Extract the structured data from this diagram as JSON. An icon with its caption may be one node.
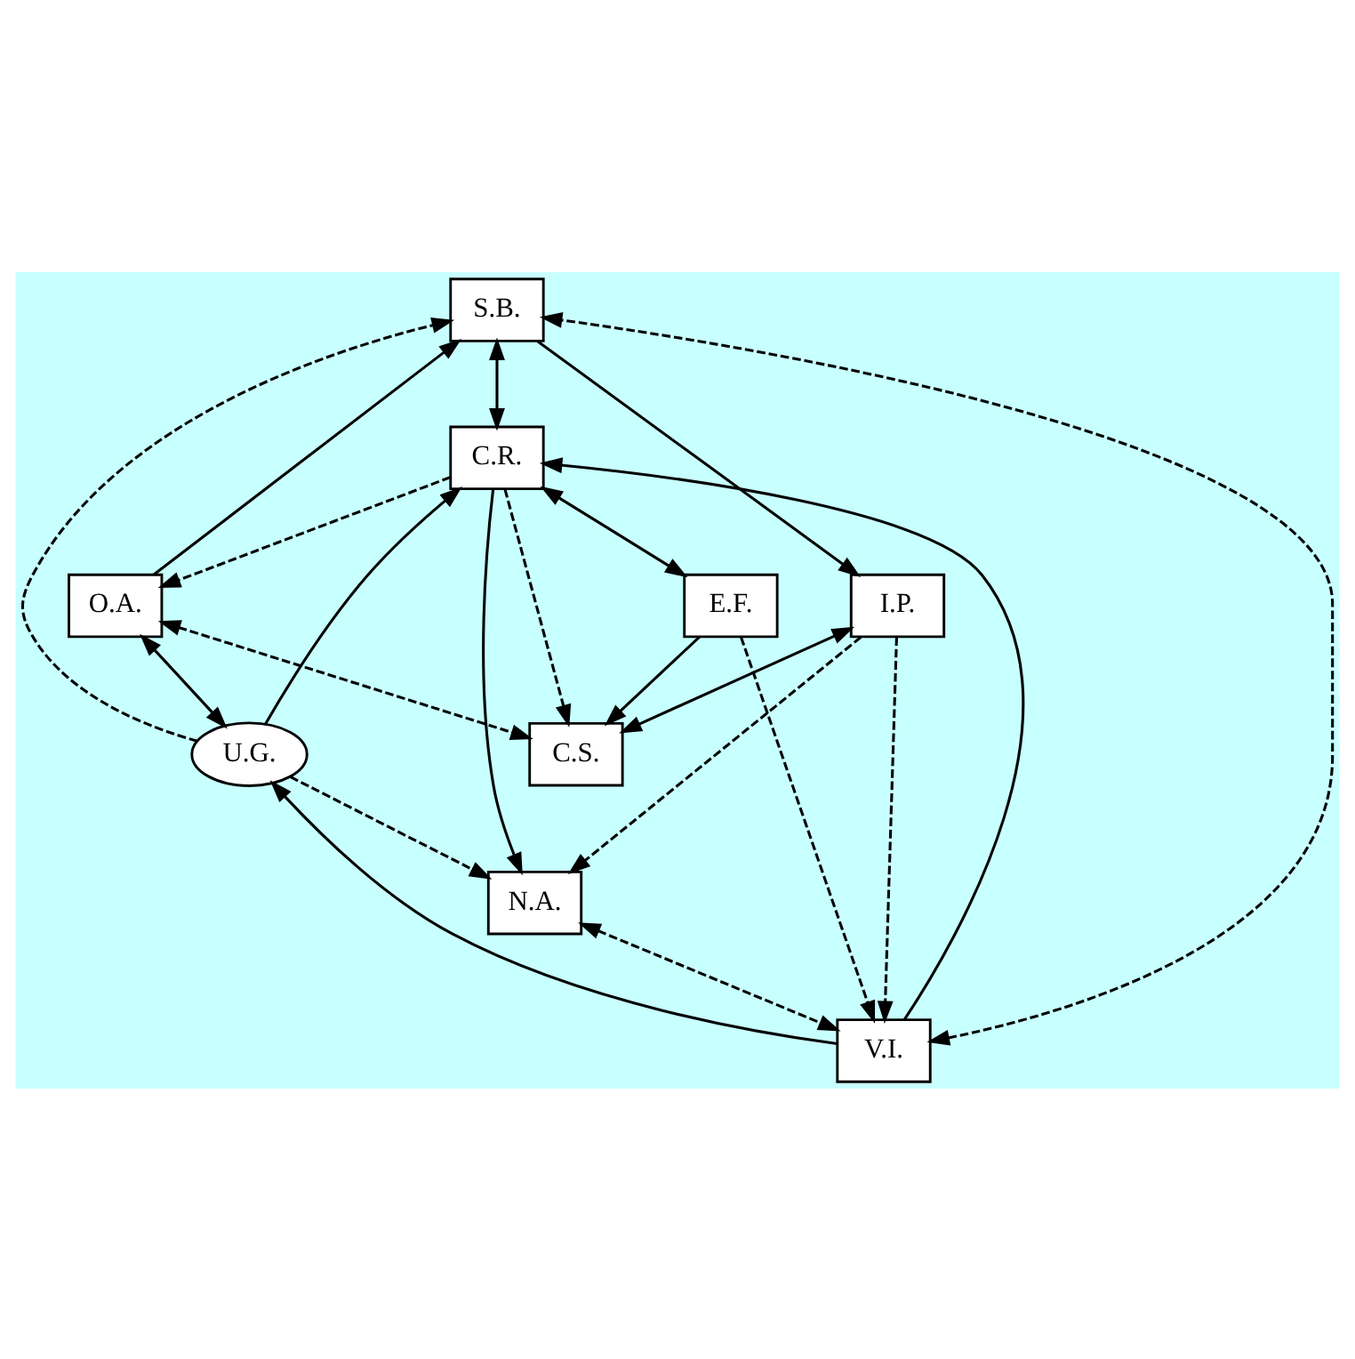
{
  "diagram": {
    "nodes": [
      {
        "text": [
          "S.B."
        ]
      },
      {
        "text": [
          "O.A."
        ]
      },
      {
        "text": [
          "U.G."
        ]
      },
      {
        "text": [
          "C.R."
        ]
      },
      {
        "text": [
          "N.A."
        ]
      },
      {
        "text": [
          "I.P."
        ]
      },
      {
        "text": [
          "C.S."
        ]
      },
      {
        "text": [
          "E.F."
        ]
      },
      {
        "text": [
          "V.I."
        ]
      }
    ],
    "edges": [
      {
        "from": 1,
        "to": 0,
        "arrow": "to"
      },
      {
        "from": 1,
        "to": 2,
        "arrow": "both"
      },
      {
        "from": 0,
        "to": 3,
        "arrow": "both"
      },
      {
        "from": 0,
        "to": 5,
        "arrow": "to"
      },
      {
        "from": 2,
        "to": 3,
        "arrow": "to"
      },
      {
        "from": 3,
        "to": 4,
        "arrow": "to"
      },
      {
        "from": 8,
        "to": 2,
        "arrow": "to"
      },
      {
        "from": 8,
        "to": 3,
        "arrow": "to"
      },
      {
        "from": 3,
        "to": 7,
        "arrow": "both"
      },
      {
        "from": 5,
        "to": 6,
        "arrow": "both"
      },
      {
        "from": 7,
        "to": 6,
        "arrow": "to"
      },
      {
        "from": 2,
        "to": 0,
        "arrow": "to",
        "style": "dashed"
      },
      {
        "from": 2,
        "to": 4,
        "arrow": "to",
        "style": "dashed"
      },
      {
        "from": 3,
        "to": 1,
        "arrow": "to",
        "style": "dashed"
      },
      {
        "from": 1,
        "to": 6,
        "arrow": "both",
        "style": "dashed"
      },
      {
        "from": 5,
        "to": 4,
        "arrow": "to",
        "style": "dashed"
      },
      {
        "from": 8,
        "to": 0,
        "arrow": "both",
        "style": "dashed"
      },
      {
        "from": 5,
        "to": 8,
        "arrow": "to",
        "style": "dashed"
      },
      {
        "from": 3,
        "to": 6,
        "arrow": "to",
        "style": "dashed"
      },
      {
        "from": 4,
        "to": 8,
        "arrow": "both",
        "style": "dashed"
      },
      {
        "from": 7,
        "to": 8,
        "arrow": "to",
        "style": "dashed"
      }
    ]
  }
}
